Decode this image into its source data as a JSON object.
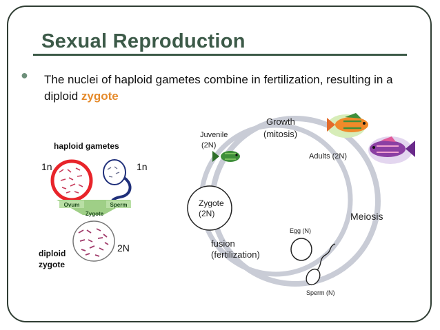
{
  "slide": {
    "title": "Sexual Reproduction",
    "bullet_before": "The nuclei of haploid gametes combine in fertilization, resulting in a diploid ",
    "bullet_highlight": "zygote"
  },
  "left_diagram": {
    "heading": "haploid gametes",
    "ovum_ploidy": "1n",
    "sperm_ploidy": "1n",
    "ovum_label": "Ovum",
    "sperm_label": "Sperm",
    "zygote_label": "Zygote",
    "zygote_ploidy": "2N",
    "diploid_line1": "diploid",
    "diploid_line2": "zygote"
  },
  "cycle": {
    "growth_line1": "Growth",
    "growth_line2": "(mitosis)",
    "juvenile_line1": "Juvenile",
    "juvenile_line2": "(2N)",
    "adults": "Adults (2N)",
    "meiosis": "Meiosis",
    "zygote_line1": "Zygote",
    "zygote_line2": "(2N)",
    "egg": "Egg (N)",
    "fusion_line1": "fusion",
    "fusion_line2": "(fertilization)",
    "sperm": "Sperm (N)"
  },
  "colors": {
    "title": "#3c5a48",
    "highlight": "#e58a2a",
    "ring": "#c9ccd6",
    "ovum": "#e8242a"
  }
}
